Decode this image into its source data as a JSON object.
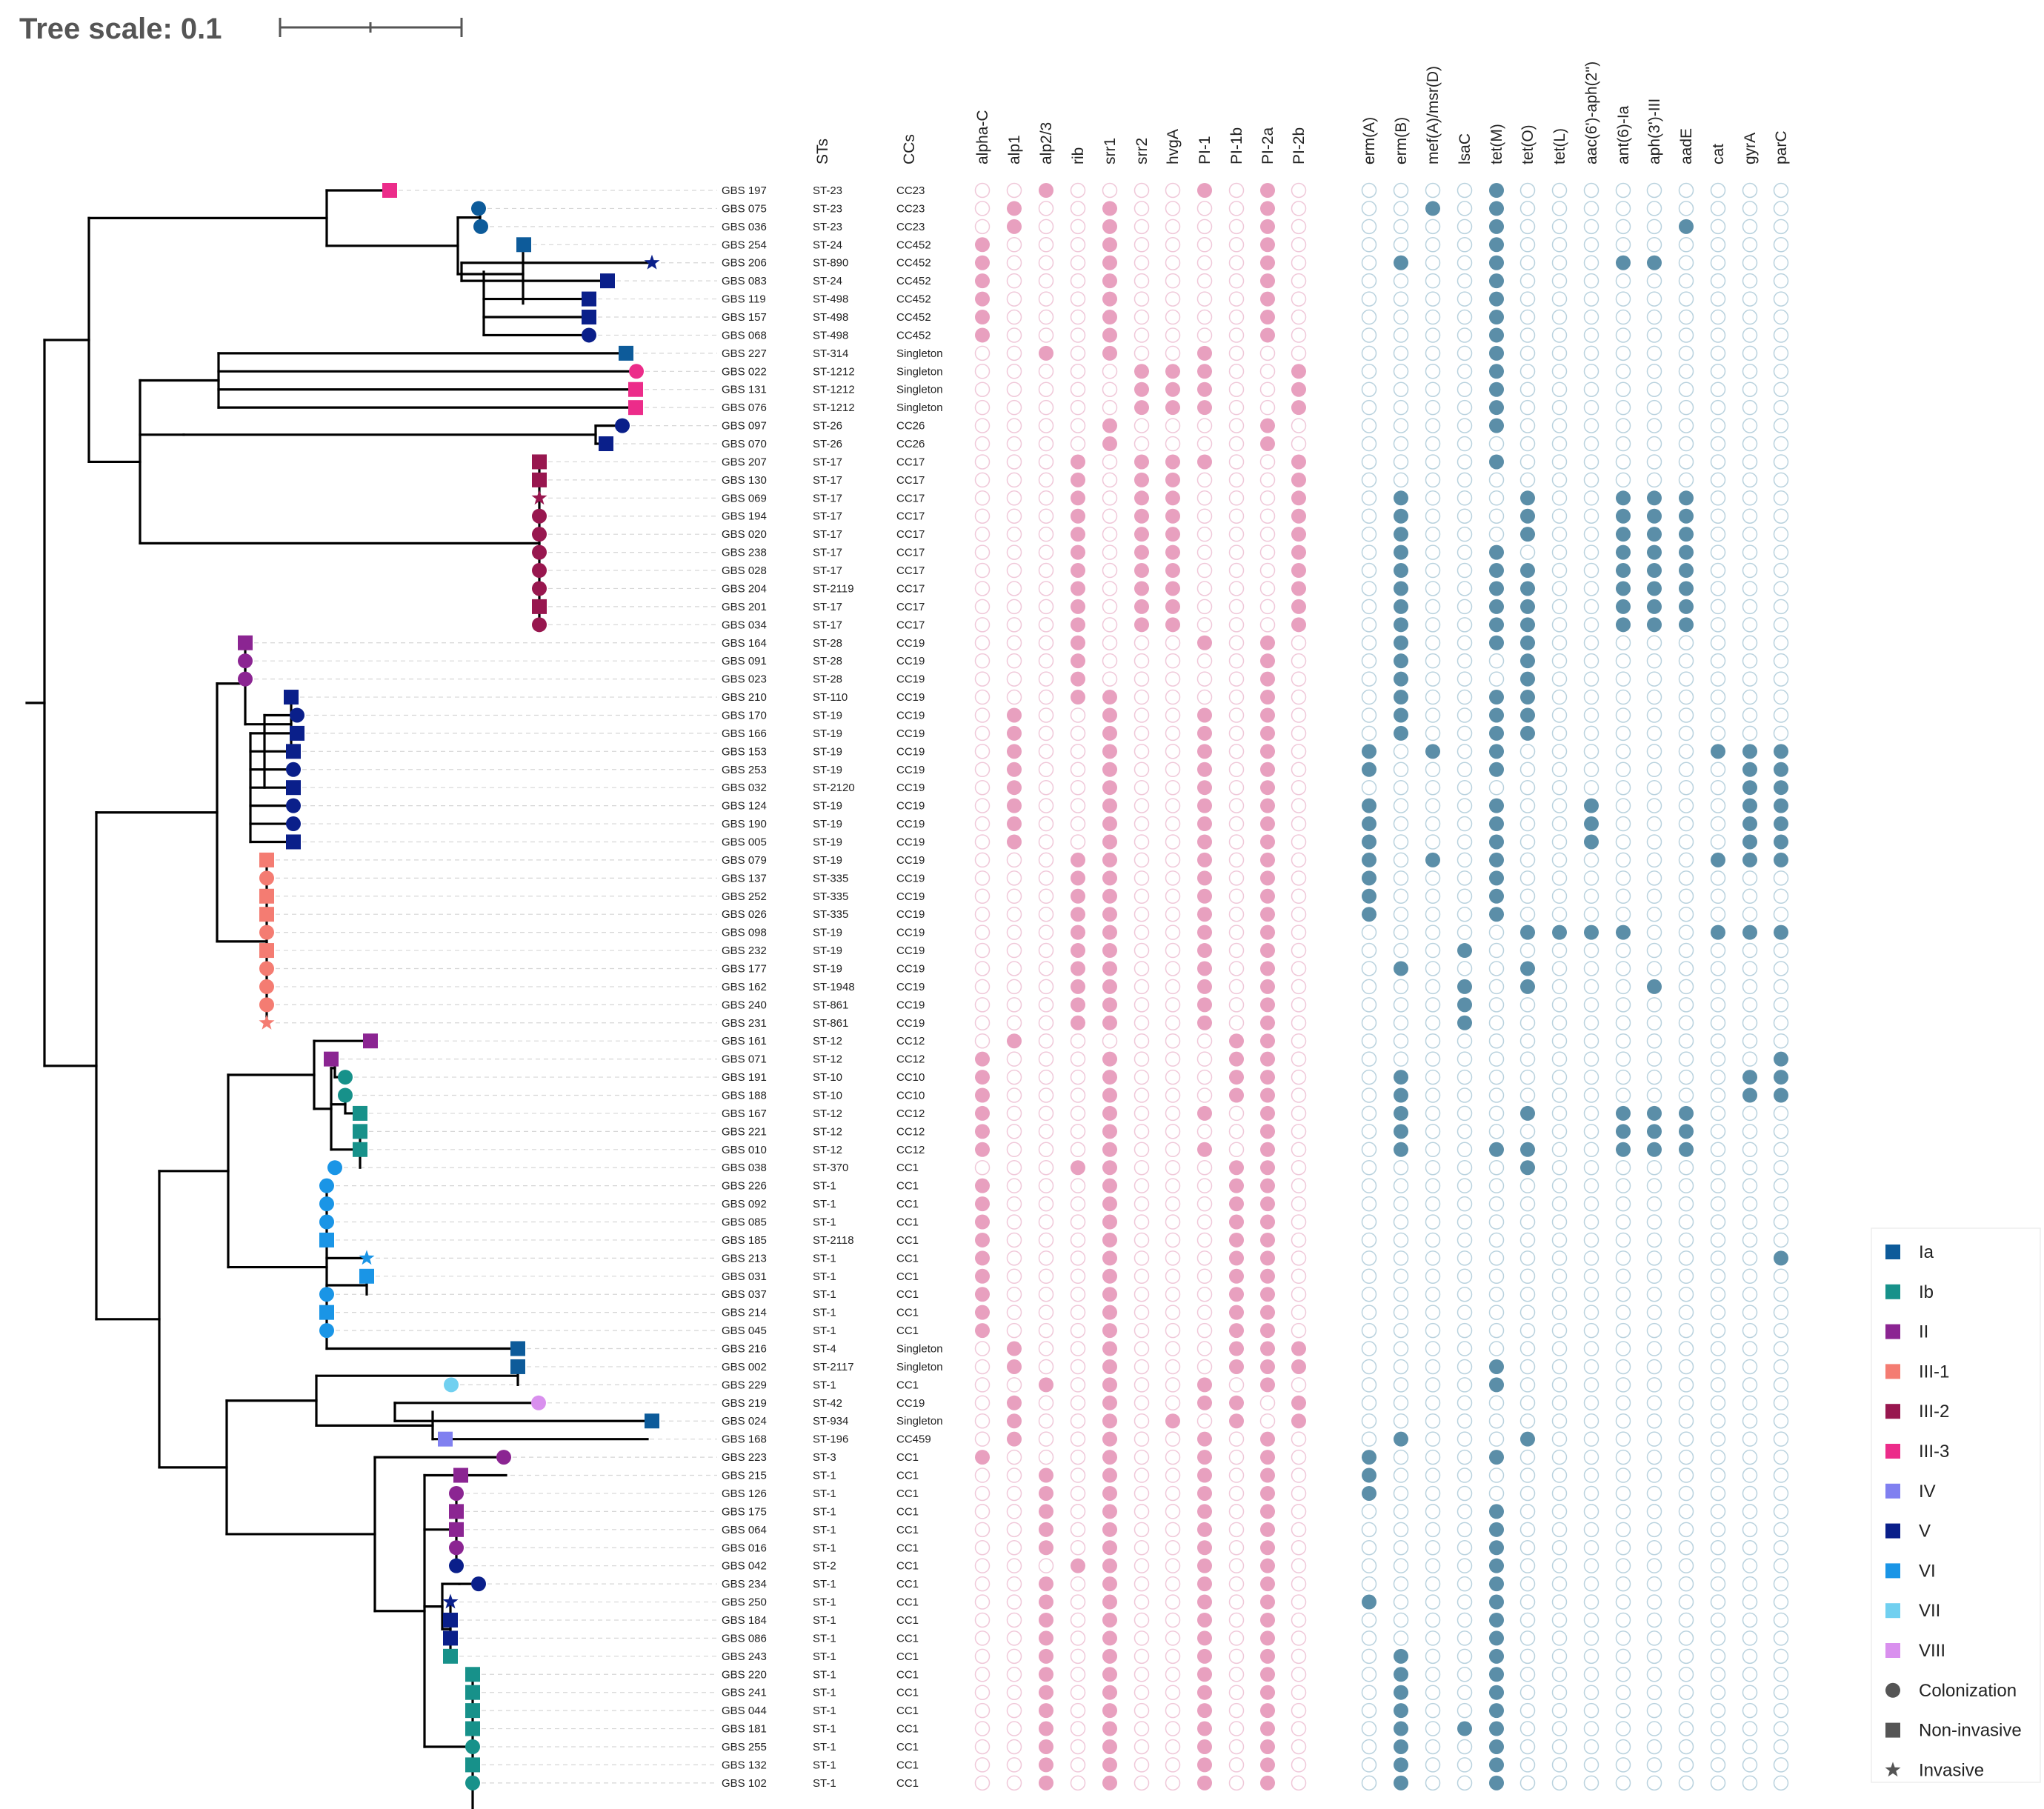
{
  "tree_scale": {
    "label": "Tree scale: 0.1"
  },
  "columns": {
    "meta": [
      "STs",
      "CCs"
    ],
    "pink": [
      "alpha-C",
      "alp1",
      "alp2/3",
      "rib",
      "srr1",
      "srr2",
      "hvgA",
      "PI-1",
      "PI-1b",
      "PI-2a",
      "PI-2b"
    ],
    "blue": [
      "erm(A)",
      "erm(B)",
      "mef(A)/msr(D)",
      "lsaC",
      "tet(M)",
      "tet(O)",
      "tet(L)",
      "aac(6')-aph(2'')",
      "ant(6)-Ia",
      "aph(3')-III",
      "aadE",
      "cat",
      "gyrA",
      "parC"
    ]
  },
  "colors": {
    "pink_fill": "#e8a0bf",
    "pink_ring": "#f0c8d9",
    "blue_fill": "#5b8ea8",
    "blue_ring": "#b9d2de",
    "serotypes": {
      "Ia": "#0d5b9a",
      "Ib": "#17918a",
      "II": "#8b2592",
      "III-1": "#f47c72",
      "III-2": "#98174f",
      "III-3": "#ec2c8a",
      "IV": "#8080f0",
      "V": "#0a1f8a",
      "VI": "#1a95e6",
      "VII": "#71d0f0",
      "VIII": "#d990ee"
    }
  },
  "legend": [
    {
      "label": "Ia",
      "shape": "square",
      "color": "#0d5b9a"
    },
    {
      "label": "Ib",
      "shape": "square",
      "color": "#17918a"
    },
    {
      "label": "II",
      "shape": "square",
      "color": "#8b2592"
    },
    {
      "label": "III-1",
      "shape": "square",
      "color": "#f47c72"
    },
    {
      "label": "III-2",
      "shape": "square",
      "color": "#98174f"
    },
    {
      "label": "III-3",
      "shape": "square",
      "color": "#ec2c8a"
    },
    {
      "label": "IV",
      "shape": "square",
      "color": "#8080f0"
    },
    {
      "label": "V",
      "shape": "square",
      "color": "#0a1f8a"
    },
    {
      "label": "VI",
      "shape": "square",
      "color": "#1a95e6"
    },
    {
      "label": "VII",
      "shape": "square",
      "color": "#71d0f0"
    },
    {
      "label": "VIII",
      "shape": "square",
      "color": "#d990ee"
    },
    {
      "label": "Colonization",
      "shape": "circle",
      "color": "#555555"
    },
    {
      "label": "Non-invasive",
      "shape": "square",
      "color": "#555555"
    },
    {
      "label": "Invasive",
      "shape": "star",
      "color": "#555555"
    }
  ],
  "isolates": [
    {
      "name": "GBS 197",
      "st": "ST-23",
      "cc": "CC23",
      "sero": "III-3",
      "inv": "N",
      "pink": "00100001010",
      "blue": "00001000000000"
    },
    {
      "name": "GBS 075",
      "st": "ST-23",
      "cc": "CC23",
      "sero": "Ia",
      "inv": "C",
      "pink": "01001000010",
      "blue": "00101000000000"
    },
    {
      "name": "GBS 036",
      "st": "ST-23",
      "cc": "CC23",
      "sero": "Ia",
      "inv": "C",
      "pink": "01001000010",
      "blue": "00001000001000"
    },
    {
      "name": "GBS 254",
      "st": "ST-24",
      "cc": "CC452",
      "sero": "Ia",
      "inv": "N",
      "pink": "10001000010",
      "blue": "00001000000000"
    },
    {
      "name": "GBS 206",
      "st": "ST-890",
      "cc": "CC452",
      "sero": "V",
      "inv": "I",
      "pink": "10001000010",
      "blue": "01001000110000"
    },
    {
      "name": "GBS 083",
      "st": "ST-24",
      "cc": "CC452",
      "sero": "V",
      "inv": "N",
      "pink": "10001000010",
      "blue": "00001000000000"
    },
    {
      "name": "GBS 119",
      "st": "ST-498",
      "cc": "CC452",
      "sero": "V",
      "inv": "N",
      "pink": "10001000010",
      "blue": "00001000000000"
    },
    {
      "name": "GBS 157",
      "st": "ST-498",
      "cc": "CC452",
      "sero": "V",
      "inv": "N",
      "pink": "10001000010",
      "blue": "00001000000000"
    },
    {
      "name": "GBS 068",
      "st": "ST-498",
      "cc": "CC452",
      "sero": "V",
      "inv": "C",
      "pink": "10001000010",
      "blue": "00001000000000"
    },
    {
      "name": "GBS 227",
      "st": "ST-314",
      "cc": "Singleton",
      "sero": "Ia",
      "inv": "N",
      "pink": "00101001000",
      "blue": "00001000000000"
    },
    {
      "name": "GBS 022",
      "st": "ST-1212",
      "cc": "Singleton",
      "sero": "III-3",
      "inv": "C",
      "pink": "00000111001",
      "blue": "00001000000000"
    },
    {
      "name": "GBS 131",
      "st": "ST-1212",
      "cc": "Singleton",
      "sero": "III-3",
      "inv": "N",
      "pink": "00000111001",
      "blue": "00001000000000"
    },
    {
      "name": "GBS 076",
      "st": "ST-1212",
      "cc": "Singleton",
      "sero": "III-3",
      "inv": "N",
      "pink": "00000111001",
      "blue": "00001000000000"
    },
    {
      "name": "GBS 097",
      "st": "ST-26",
      "cc": "CC26",
      "sero": "V",
      "inv": "C",
      "pink": "00001000010",
      "blue": "00001000000000"
    },
    {
      "name": "GBS 070",
      "st": "ST-26",
      "cc": "CC26",
      "sero": "V",
      "inv": "N",
      "pink": "00001000010",
      "blue": "00000000000000"
    },
    {
      "name": "GBS 207",
      "st": "ST-17",
      "cc": "CC17",
      "sero": "III-2",
      "inv": "N",
      "pink": "00010111001",
      "blue": "00001000000000"
    },
    {
      "name": "GBS 130",
      "st": "ST-17",
      "cc": "CC17",
      "sero": "III-2",
      "inv": "N",
      "pink": "00010110001",
      "blue": "00000000000000"
    },
    {
      "name": "GBS 069",
      "st": "ST-17",
      "cc": "CC17",
      "sero": "III-2",
      "inv": "I",
      "pink": "00010110001",
      "blue": "01000100111000"
    },
    {
      "name": "GBS 194",
      "st": "ST-17",
      "cc": "CC17",
      "sero": "III-2",
      "inv": "C",
      "pink": "00010110001",
      "blue": "01000100111000"
    },
    {
      "name": "GBS 020",
      "st": "ST-17",
      "cc": "CC17",
      "sero": "III-2",
      "inv": "C",
      "pink": "00010110001",
      "blue": "01000100111000"
    },
    {
      "name": "GBS 238",
      "st": "ST-17",
      "cc": "CC17",
      "sero": "III-2",
      "inv": "C",
      "pink": "00010110001",
      "blue": "01001000111000"
    },
    {
      "name": "GBS 028",
      "st": "ST-17",
      "cc": "CC17",
      "sero": "III-2",
      "inv": "C",
      "pink": "00010110001",
      "blue": "01001100111000"
    },
    {
      "name": "GBS 204",
      "st": "ST-2119",
      "cc": "CC17",
      "sero": "III-2",
      "inv": "C",
      "pink": "00010110001",
      "blue": "01001100111000"
    },
    {
      "name": "GBS 201",
      "st": "ST-17",
      "cc": "CC17",
      "sero": "III-2",
      "inv": "N",
      "pink": "00010110001",
      "blue": "01001100111000"
    },
    {
      "name": "GBS 034",
      "st": "ST-17",
      "cc": "CC17",
      "sero": "III-2",
      "inv": "C",
      "pink": "00010110001",
      "blue": "01001100111000"
    },
    {
      "name": "GBS 164",
      "st": "ST-28",
      "cc": "CC19",
      "sero": "II",
      "inv": "N",
      "pink": "00010001010",
      "blue": "01001100000000"
    },
    {
      "name": "GBS 091",
      "st": "ST-28",
      "cc": "CC19",
      "sero": "II",
      "inv": "C",
      "pink": "00010000010",
      "blue": "01000100000000"
    },
    {
      "name": "GBS 023",
      "st": "ST-28",
      "cc": "CC19",
      "sero": "II",
      "inv": "C",
      "pink": "00010000010",
      "blue": "01000100000000"
    },
    {
      "name": "GBS 210",
      "st": "ST-110",
      "cc": "CC19",
      "sero": "V",
      "inv": "N",
      "pink": "00011000010",
      "blue": "01001100000000"
    },
    {
      "name": "GBS 170",
      "st": "ST-19",
      "cc": "CC19",
      "sero": "V",
      "inv": "C",
      "pink": "01001001010",
      "blue": "01001100000000"
    },
    {
      "name": "GBS 166",
      "st": "ST-19",
      "cc": "CC19",
      "sero": "V",
      "inv": "N",
      "pink": "01001001010",
      "blue": "01001100000000"
    },
    {
      "name": "GBS 153",
      "st": "ST-19",
      "cc": "CC19",
      "sero": "V",
      "inv": "N",
      "pink": "01001001010",
      "blue": "10101000000111"
    },
    {
      "name": "GBS 253",
      "st": "ST-19",
      "cc": "CC19",
      "sero": "V",
      "inv": "C",
      "pink": "01001001010",
      "blue": "10001000000011"
    },
    {
      "name": "GBS 032",
      "st": "ST-2120",
      "cc": "CC19",
      "sero": "V",
      "inv": "N",
      "pink": "01001001010",
      "blue": "00000000000011"
    },
    {
      "name": "GBS 124",
      "st": "ST-19",
      "cc": "CC19",
      "sero": "V",
      "inv": "C",
      "pink": "01001001010",
      "blue": "10001001000011"
    },
    {
      "name": "GBS 190",
      "st": "ST-19",
      "cc": "CC19",
      "sero": "V",
      "inv": "C",
      "pink": "01001001010",
      "blue": "10001001000011"
    },
    {
      "name": "GBS 005",
      "st": "ST-19",
      "cc": "CC19",
      "sero": "V",
      "inv": "N",
      "pink": "01001001010",
      "blue": "10001001000011"
    },
    {
      "name": "GBS 079",
      "st": "ST-19",
      "cc": "CC19",
      "sero": "III-1",
      "inv": "N",
      "pink": "00011001010",
      "blue": "10101000000111"
    },
    {
      "name": "GBS 137",
      "st": "ST-335",
      "cc": "CC19",
      "sero": "III-1",
      "inv": "C",
      "pink": "00011001010",
      "blue": "10001000000000"
    },
    {
      "name": "GBS 252",
      "st": "ST-335",
      "cc": "CC19",
      "sero": "III-1",
      "inv": "N",
      "pink": "00011001010",
      "blue": "10001000000000"
    },
    {
      "name": "GBS 026",
      "st": "ST-335",
      "cc": "CC19",
      "sero": "III-1",
      "inv": "N",
      "pink": "00011001010",
      "blue": "10001000000000"
    },
    {
      "name": "GBS 098",
      "st": "ST-19",
      "cc": "CC19",
      "sero": "III-1",
      "inv": "C",
      "pink": "00011001010",
      "blue": "00000111100111"
    },
    {
      "name": "GBS 232",
      "st": "ST-19",
      "cc": "CC19",
      "sero": "III-1",
      "inv": "N",
      "pink": "00011001010",
      "blue": "00010000000000"
    },
    {
      "name": "GBS 177",
      "st": "ST-19",
      "cc": "CC19",
      "sero": "III-1",
      "inv": "C",
      "pink": "00011001010",
      "blue": "01000100000000"
    },
    {
      "name": "GBS 162",
      "st": "ST-1948",
      "cc": "CC19",
      "sero": "III-1",
      "inv": "C",
      "pink": "00011001010",
      "blue": "00010100010000"
    },
    {
      "name": "GBS 240",
      "st": "ST-861",
      "cc": "CC19",
      "sero": "III-1",
      "inv": "C",
      "pink": "00011001010",
      "blue": "00010000000000"
    },
    {
      "name": "GBS 231",
      "st": "ST-861",
      "cc": "CC19",
      "sero": "III-1",
      "inv": "I",
      "pink": "00011001010",
      "blue": "00010000000000"
    },
    {
      "name": "GBS 161",
      "st": "ST-12",
      "cc": "CC12",
      "sero": "II",
      "inv": "N",
      "pink": "01000000110",
      "blue": "00000000000000"
    },
    {
      "name": "GBS 071",
      "st": "ST-12",
      "cc": "CC12",
      "sero": "II",
      "inv": "N",
      "pink": "10001000110",
      "blue": "00000000000001"
    },
    {
      "name": "GBS 191",
      "st": "ST-10",
      "cc": "CC10",
      "sero": "Ib",
      "inv": "C",
      "pink": "10001000110",
      "blue": "01000000000011"
    },
    {
      "name": "GBS 188",
      "st": "ST-10",
      "cc": "CC10",
      "sero": "Ib",
      "inv": "C",
      "pink": "10001000110",
      "blue": "01000000000011"
    },
    {
      "name": "GBS 167",
      "st": "ST-12",
      "cc": "CC12",
      "sero": "Ib",
      "inv": "N",
      "pink": "10001001010",
      "blue": "01000100111000"
    },
    {
      "name": "GBS 221",
      "st": "ST-12",
      "cc": "CC12",
      "sero": "Ib",
      "inv": "N",
      "pink": "10001000010",
      "blue": "01000000111000"
    },
    {
      "name": "GBS 010",
      "st": "ST-12",
      "cc": "CC12",
      "sero": "Ib",
      "inv": "N",
      "pink": "10001001010",
      "blue": "01001100111000"
    },
    {
      "name": "GBS 038",
      "st": "ST-370",
      "cc": "CC1",
      "sero": "VI",
      "inv": "C",
      "pink": "00011000110",
      "blue": "00000100000000"
    },
    {
      "name": "GBS 226",
      "st": "ST-1",
      "cc": "CC1",
      "sero": "VI",
      "inv": "C",
      "pink": "10001000110",
      "blue": "00000000000000"
    },
    {
      "name": "GBS 092",
      "st": "ST-1",
      "cc": "CC1",
      "sero": "VI",
      "inv": "C",
      "pink": "10001000110",
      "blue": "00000000000000"
    },
    {
      "name": "GBS 085",
      "st": "ST-1",
      "cc": "CC1",
      "sero": "VI",
      "inv": "C",
      "pink": "10001000110",
      "blue": "00000000000000"
    },
    {
      "name": "GBS 185",
      "st": "ST-2118",
      "cc": "CC1",
      "sero": "VI",
      "inv": "N",
      "pink": "10001000110",
      "blue": "00000000000000"
    },
    {
      "name": "GBS 213",
      "st": "ST-1",
      "cc": "CC1",
      "sero": "VI",
      "inv": "I",
      "pink": "10001000110",
      "blue": "00000000000001"
    },
    {
      "name": "GBS 031",
      "st": "ST-1",
      "cc": "CC1",
      "sero": "VI",
      "inv": "N",
      "pink": "10001000110",
      "blue": "00000000000000"
    },
    {
      "name": "GBS 037",
      "st": "ST-1",
      "cc": "CC1",
      "sero": "VI",
      "inv": "C",
      "pink": "10001000110",
      "blue": "00000000000000"
    },
    {
      "name": "GBS 214",
      "st": "ST-1",
      "cc": "CC1",
      "sero": "VI",
      "inv": "N",
      "pink": "10001000110",
      "blue": "00000000000000"
    },
    {
      "name": "GBS 045",
      "st": "ST-1",
      "cc": "CC1",
      "sero": "VI",
      "inv": "C",
      "pink": "10001000110",
      "blue": "00000000000000"
    },
    {
      "name": "GBS 216",
      "st": "ST-4",
      "cc": "Singleton",
      "sero": "Ia",
      "inv": "N",
      "pink": "01001000111",
      "blue": "00000000000000"
    },
    {
      "name": "GBS 002",
      "st": "ST-2117",
      "cc": "Singleton",
      "sero": "Ia",
      "inv": "N",
      "pink": "01001000111",
      "blue": "00001000000000"
    },
    {
      "name": "GBS 229",
      "st": "ST-1",
      "cc": "CC1",
      "sero": "VII",
      "inv": "C",
      "pink": "00101001010",
      "blue": "00001000000000"
    },
    {
      "name": "GBS 219",
      "st": "ST-42",
      "cc": "CC19",
      "sero": "VIII",
      "inv": "C",
      "pink": "01001001101",
      "blue": "00000000000000"
    },
    {
      "name": "GBS 024",
      "st": "ST-934",
      "cc": "Singleton",
      "sero": "Ia",
      "inv": "N",
      "pink": "01001010101",
      "blue": "00000000000000"
    },
    {
      "name": "GBS 168",
      "st": "ST-196",
      "cc": "CC459",
      "sero": "IV",
      "inv": "N",
      "pink": "01001001010",
      "blue": "01000100000000"
    },
    {
      "name": "GBS 223",
      "st": "ST-3",
      "cc": "CC1",
      "sero": "II",
      "inv": "C",
      "pink": "10001001010",
      "blue": "10001000000000"
    },
    {
      "name": "GBS 215",
      "st": "ST-1",
      "cc": "CC1",
      "sero": "II",
      "inv": "N",
      "pink": "00101001010",
      "blue": "10000000000000"
    },
    {
      "name": "GBS 126",
      "st": "ST-1",
      "cc": "CC1",
      "sero": "II",
      "inv": "C",
      "pink": "00101001010",
      "blue": "10000000000000"
    },
    {
      "name": "GBS 175",
      "st": "ST-1",
      "cc": "CC1",
      "sero": "II",
      "inv": "N",
      "pink": "00101001010",
      "blue": "00001000000000"
    },
    {
      "name": "GBS 064",
      "st": "ST-1",
      "cc": "CC1",
      "sero": "II",
      "inv": "N",
      "pink": "00101001010",
      "blue": "00001000000000"
    },
    {
      "name": "GBS 016",
      "st": "ST-1",
      "cc": "CC1",
      "sero": "II",
      "inv": "C",
      "pink": "00101001010",
      "blue": "00001000000000"
    },
    {
      "name": "GBS 042",
      "st": "ST-2",
      "cc": "CC1",
      "sero": "V",
      "inv": "C",
      "pink": "00011001010",
      "blue": "00001000000000"
    },
    {
      "name": "GBS 234",
      "st": "ST-1",
      "cc": "CC1",
      "sero": "V",
      "inv": "C",
      "pink": "00101001010",
      "blue": "00001000000000"
    },
    {
      "name": "GBS 250",
      "st": "ST-1",
      "cc": "CC1",
      "sero": "V",
      "inv": "I",
      "pink": "00101001010",
      "blue": "10001000000000"
    },
    {
      "name": "GBS 184",
      "st": "ST-1",
      "cc": "CC1",
      "sero": "V",
      "inv": "N",
      "pink": "00101001010",
      "blue": "00001000000000"
    },
    {
      "name": "GBS 086",
      "st": "ST-1",
      "cc": "CC1",
      "sero": "V",
      "inv": "N",
      "pink": "00101001010",
      "blue": "00001000000000"
    },
    {
      "name": "GBS 243",
      "st": "ST-1",
      "cc": "CC1",
      "sero": "Ib",
      "inv": "N",
      "pink": "00101001010",
      "blue": "01001000000000"
    },
    {
      "name": "GBS 220",
      "st": "ST-1",
      "cc": "CC1",
      "sero": "Ib",
      "inv": "N",
      "pink": "00101001010",
      "blue": "01001000000000"
    },
    {
      "name": "GBS 241",
      "st": "ST-1",
      "cc": "CC1",
      "sero": "Ib",
      "inv": "N",
      "pink": "00101001010",
      "blue": "01001000000000"
    },
    {
      "name": "GBS 044",
      "st": "ST-1",
      "cc": "CC1",
      "sero": "Ib",
      "inv": "N",
      "pink": "00101001010",
      "blue": "01001000000000"
    },
    {
      "name": "GBS 181",
      "st": "ST-1",
      "cc": "CC1",
      "sero": "Ib",
      "inv": "N",
      "pink": "00101001010",
      "blue": "01011000000000"
    },
    {
      "name": "GBS 255",
      "st": "ST-1",
      "cc": "CC1",
      "sero": "Ib",
      "inv": "C",
      "pink": "00101001010",
      "blue": "01001000000000"
    },
    {
      "name": "GBS 132",
      "st": "ST-1",
      "cc": "CC1",
      "sero": "Ib",
      "inv": "N",
      "pink": "00101001010",
      "blue": "01001000000000"
    },
    {
      "name": "GBS 102",
      "st": "ST-1",
      "cc": "CC1",
      "sero": "Ib",
      "inv": "C",
      "pink": "00101001010",
      "blue": "01001000000000"
    }
  ]
}
